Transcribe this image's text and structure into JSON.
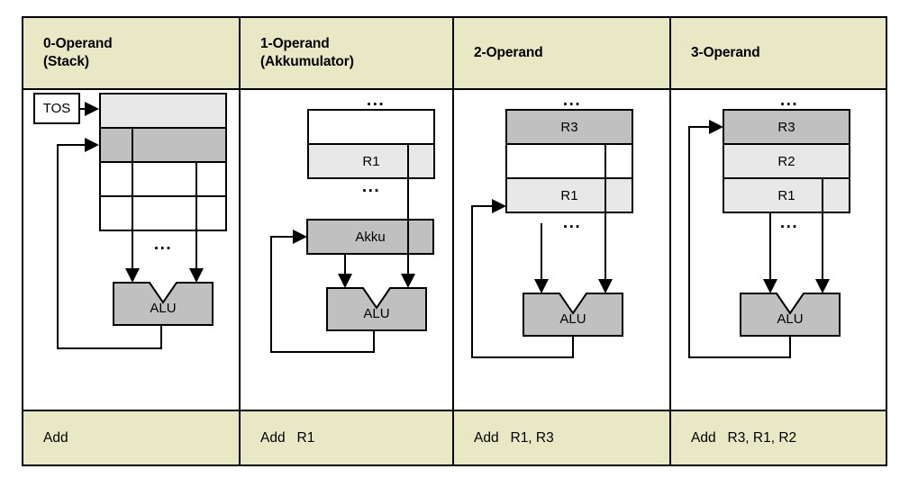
{
  "figure": {
    "kind": "operand-architecture-comparison-table",
    "colors": {
      "header_bg": "#e8e9c4",
      "footer_bg": "#e8e9c4",
      "cell_bg": "#ffffff",
      "gray_dark": "#c0c0c0",
      "gray_light": "#e8e8e8",
      "white": "#ffffff",
      "stroke": "#000000"
    }
  },
  "columns": [
    {
      "id": "col-0-operand",
      "header": {
        "line1": "0-Operand",
        "line2": "(Stack)"
      },
      "footer": "Add",
      "diagram": {
        "name": "stack-diagram",
        "pointer_label": "TOS",
        "alu_label": "ALU",
        "ellipsis": "...",
        "cells": [
          {
            "label": "",
            "fill": "#e8e8e8"
          },
          {
            "label": "",
            "fill": "#c0c0c0"
          },
          {
            "label": "",
            "fill": "#ffffff"
          },
          {
            "label": "",
            "fill": "#ffffff"
          }
        ]
      }
    },
    {
      "id": "col-1-operand",
      "header": {
        "line1": "1-Operand",
        "line2": "(Akkumulator)"
      },
      "footer": "Add   R1",
      "diagram": {
        "name": "accumulator-diagram",
        "accumulator_label": "Akku",
        "alu_label": "ALU",
        "ellipsis": "...",
        "cells": [
          {
            "label": "",
            "fill": "#ffffff"
          },
          {
            "label": "R1",
            "fill": "#e8e8e8"
          }
        ]
      }
    },
    {
      "id": "col-2-operand",
      "header": {
        "line1": "2-Operand",
        "line2": ""
      },
      "footer": "Add   R1, R3",
      "diagram": {
        "name": "two-operand-register-diagram",
        "alu_label": "ALU",
        "ellipsis": "...",
        "cells": [
          {
            "label": "R3",
            "fill": "#c0c0c0"
          },
          {
            "label": "",
            "fill": "#ffffff"
          },
          {
            "label": "R1",
            "fill": "#e8e8e8"
          }
        ]
      }
    },
    {
      "id": "col-3-operand",
      "header": {
        "line1": "3-Operand",
        "line2": ""
      },
      "footer": "Add   R3, R1, R2",
      "diagram": {
        "name": "three-operand-register-diagram",
        "alu_label": "ALU",
        "ellipsis": "...",
        "cells": [
          {
            "label": "R3",
            "fill": "#c0c0c0"
          },
          {
            "label": "R2",
            "fill": "#e8e8e8"
          },
          {
            "label": "R1",
            "fill": "#e8e8e8"
          }
        ]
      }
    }
  ]
}
